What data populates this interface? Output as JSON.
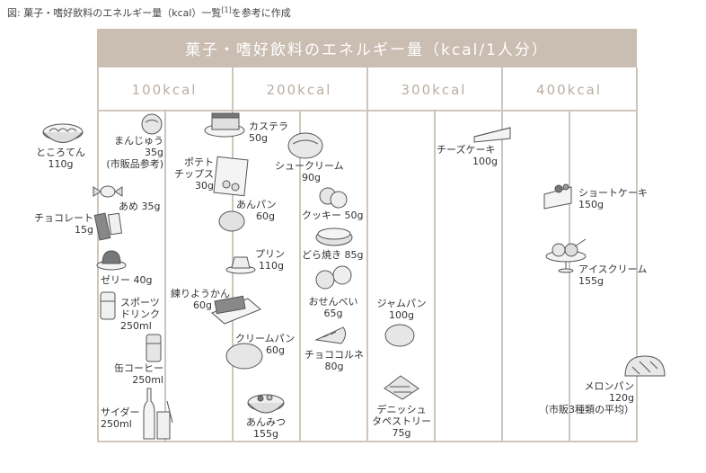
{
  "caption": {
    "text": "図: 菓子・嗜好飲料のエネルギー量（kcal）一覧",
    "ref": "[1]",
    "suffix": "を参考に作成"
  },
  "title": "菓子・嗜好飲料のエネルギー量（kcal/1人分）",
  "columns": [
    "100kcal",
    "200kcal",
    "300kcal",
    "400kcal"
  ],
  "items": {
    "tokoroten": [
      "ところてん",
      "110g"
    ],
    "manjuu": [
      "まんじゅう",
      "35g",
      "(市販品参考)"
    ],
    "ame": [
      "あめ 35g"
    ],
    "chocolate": [
      "チョコレート",
      "15g"
    ],
    "jelly": [
      "ゼリー 40g"
    ],
    "sports": [
      "スポーツ",
      "ドリンク",
      "250ml"
    ],
    "coffee": [
      "缶コーヒー",
      "250ml"
    ],
    "cider": [
      "サイダー",
      "250ml"
    ],
    "potato": [
      "ポテト",
      "チップス",
      "30g"
    ],
    "castella": [
      "カステラ",
      "50g"
    ],
    "anpan": [
      "あんパン",
      "60g"
    ],
    "pudding": [
      "プリン",
      "110g"
    ],
    "yokan": [
      "練りようかん",
      "60g"
    ],
    "creampan": [
      "クリームパン",
      "60g"
    ],
    "anmitsu": [
      "あんみつ",
      "155g"
    ],
    "choux": [
      "シュークリーム",
      "90g"
    ],
    "cookie": [
      "クッキー 50g"
    ],
    "dorayaki": [
      "どら焼き 85g"
    ],
    "senbei": [
      "おせんべい",
      "65g"
    ],
    "cornet": [
      "チョココルネ",
      "80g"
    ],
    "jampan": [
      "ジャムパン",
      "100g"
    ],
    "danish": [
      "デニッシュ",
      "タペストリー",
      "75g"
    ],
    "cheesecake": [
      "チーズケーキ",
      "100g"
    ],
    "shortcake": [
      "ショートケーキ",
      "150g"
    ],
    "icecream": [
      "アイスクリーム",
      "155g"
    ],
    "melonpan": [
      "メロンパン",
      "120g",
      "（市販3種類の平均）"
    ]
  }
}
